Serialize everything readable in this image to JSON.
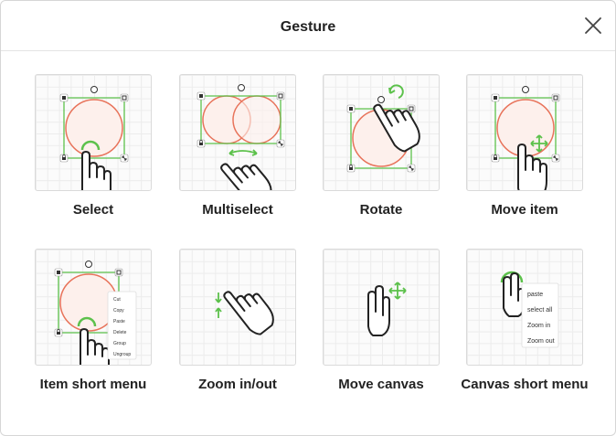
{
  "dialog": {
    "title": "Gesture"
  },
  "gestures": [
    {
      "label": "Select"
    },
    {
      "label": "Multiselect"
    },
    {
      "label": "Rotate"
    },
    {
      "label": "Move item"
    },
    {
      "label": "Item short menu",
      "menu": [
        "Cut",
        "Copy",
        "Paste",
        "Delete",
        "Group",
        "Ungroup"
      ]
    },
    {
      "label": "Zoom in/out"
    },
    {
      "label": "Move canvas"
    },
    {
      "label": "Canvas short menu",
      "menu": [
        "paste",
        "select all",
        "Zoom in",
        "Zoom out"
      ]
    }
  ],
  "colors": {
    "shape_stroke": "#e8735a",
    "shape_fill": "#fdf0ec",
    "selection_green": "#5cc14b",
    "text": "#222222"
  }
}
